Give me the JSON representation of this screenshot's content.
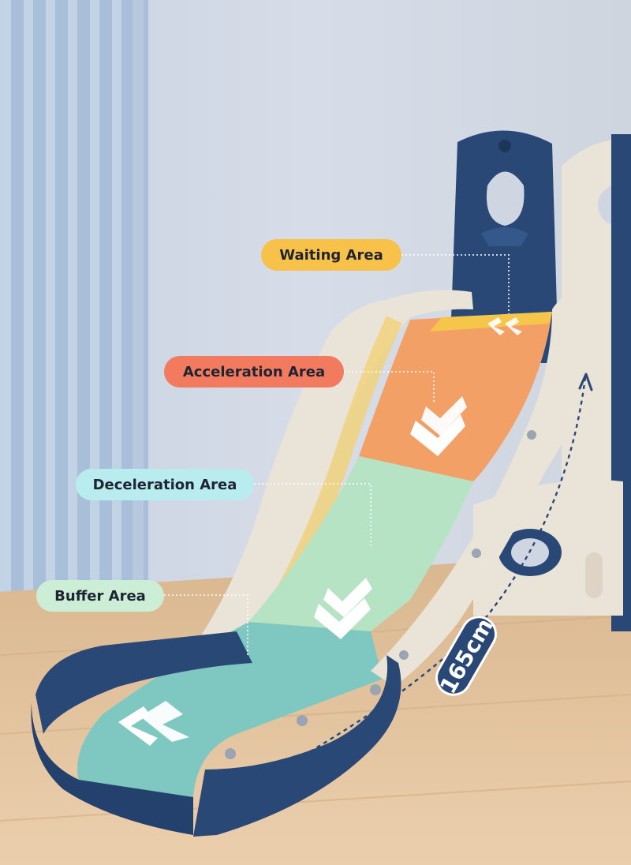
{
  "labels": {
    "waiting": "Waiting Area",
    "acceleration": "Acceleration Area",
    "deceleration": "Deceleration Area",
    "buffer": "Buffer Area"
  },
  "measurement": {
    "length": "165cm"
  },
  "colors": {
    "waiting": "#f8c24a",
    "acceleration": "#f27a5e",
    "deceleration": "#b9ecee",
    "buffer": "#cdeed6",
    "navy": "#2a4876",
    "slide_orange": "#f3a067",
    "slide_mint": "#b5e3c4",
    "slide_teal": "#7fc8c2",
    "frame_cream": "#eae3d8",
    "wall": "#cfd6e2",
    "floor": "#e2c49f"
  },
  "icons": [
    "chevron-down-icon",
    "chevron-left-icon",
    "arrow-icon",
    "rocket-icon"
  ]
}
